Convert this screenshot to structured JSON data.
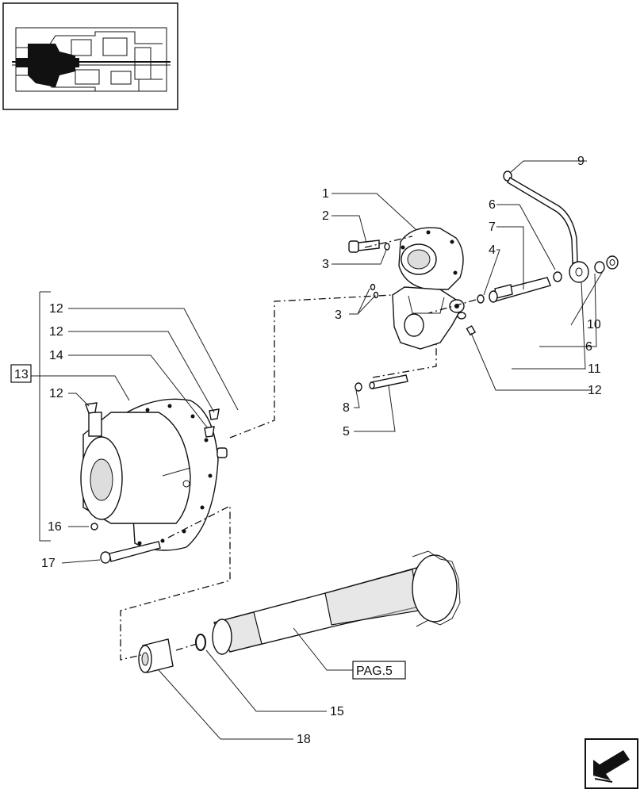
{
  "callouts": {
    "c1": "1",
    "c2": "2",
    "c3a": "3",
    "c3b": "3",
    "c4": "4",
    "c5": "5",
    "c6a": "6",
    "c6b": "6",
    "c7": "7",
    "c8": "8",
    "c9": "9",
    "c10": "10",
    "c11": "11",
    "c12a": "12",
    "c12b": "12",
    "c12c": "12",
    "c12d": "12",
    "c13": "13",
    "c14": "14",
    "c15": "15",
    "c16": "16",
    "c17": "17",
    "c18": "18"
  },
  "page_ref": "PAG.5",
  "icons": {
    "thumbnail": "transmission-thumbnail-icon",
    "navigation": "next-page-arrow-icon"
  }
}
